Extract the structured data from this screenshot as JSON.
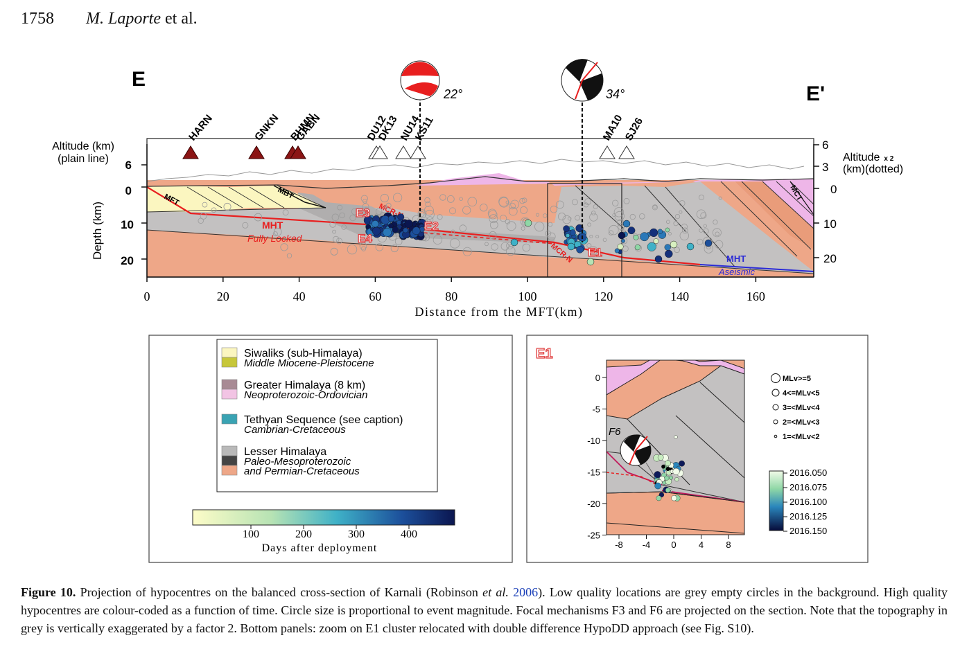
{
  "header": {
    "page_number": "1758",
    "authors": "M. Laporte",
    "etal": "et al."
  },
  "section": {
    "left_label": "E",
    "right_label": "E'",
    "altitude_left_l1": "Altitude (km)",
    "altitude_left_l2": "(plain line)",
    "altitude_right_l1": "Altitude",
    "altitude_right_x2": "x 2",
    "altitude_right_l2": "(km)(dotted)",
    "depth_label": "Depth (km)",
    "distance_label": "Distance from the MFT(km)",
    "x_ticks": [
      "0",
      "20",
      "40",
      "60",
      "80",
      "100",
      "120",
      "140",
      "160"
    ],
    "left_alt_ticks": [
      "6",
      "0"
    ],
    "left_depth_ticks": [
      "10",
      "20"
    ],
    "right_alt_ticks": [
      "6",
      "3",
      "0"
    ],
    "right_depth_ticks": [
      "10",
      "20"
    ],
    "stations_filled": [
      "HARN",
      "GNKN",
      "BHMN",
      "GABN"
    ],
    "stations_open": [
      "DU12",
      "DK13",
      "NU14",
      "KS11",
      "MA10",
      "SJ26"
    ],
    "focal_1_angle": "22°",
    "focal_2_angle": "34°",
    "faults": {
      "mft": "MFT",
      "mbt": "MBT",
      "mct": "MCT",
      "mht": "MHT",
      "fully_locked": "Fully Locked",
      "mht_right": "MHT",
      "aseismic": "Aseismic",
      "mcrn": "MCR-N"
    },
    "clusters": [
      "E3",
      "E2",
      "E4",
      "E1"
    ]
  },
  "legend": {
    "items": [
      {
        "title": "Siwaliks (sub-Himalaya)",
        "sub": "Middle Miocene-Pleistocene",
        "c1": "#fbf6c0",
        "c2": "#c7c73a"
      },
      {
        "title": "Greater Himalaya (8 km)",
        "sub": "Neoproterozoic-Ordovician",
        "c1": "#a88a94",
        "c2": "#f2c4e4"
      },
      {
        "title": "Tethyan Sequence (see caption)",
        "sub": "Cambrian-Cretaceous",
        "c1": "#3aa3b3",
        "c2": ""
      },
      {
        "title": "Lesser Himalaya",
        "sub": "Paleo-Mesoproterozoic",
        "sub2": "and Permian-Cretaceous",
        "c1": "#b9b9b9",
        "c2": "#444444",
        "c3": "#eea788"
      }
    ],
    "colorbar_ticks": [
      "100",
      "200",
      "300",
      "400"
    ],
    "colorbar_label": "Days after deployment"
  },
  "inset": {
    "title": "E1",
    "focal_label": "F6",
    "y_ticks": [
      "0",
      "-5",
      "-10",
      "-15",
      "-20",
      "-25"
    ],
    "x_ticks": [
      "-8",
      "-4",
      "0",
      "4",
      "8"
    ],
    "size_legend": [
      "MLv>=5",
      "4<=MLv<5",
      "3=<MLv<4",
      "2=<MLv<3",
      "1=<MLv<2"
    ],
    "colorbar_ticks": [
      "2016.050",
      "2016.075",
      "2016.100",
      "2016.125",
      "2016.150"
    ]
  },
  "caption": {
    "label": "Figure 10.",
    "text_before": " Projection of hypocentres on the balanced cross-section of Karnali (Robinson ",
    "etal": "et al.",
    "year": "2006",
    "text_after": "). Low quality locations are grey empty circles in the background. High quality hypocentres are colour-coded as a function of time. Circle size is proportional to event magnitude. Focal mechanisms F3 and F6 are projected on the section. Note that the topography in grey is vertically exaggerated by a factor 2. Bottom panels: zoom on E1 cluster relocated with double difference HypoDD approach (see Fig. S10)."
  },
  "colors": {
    "siwaliks": "#fbf6c0",
    "lesser": "#c3c1c1",
    "lesser_dark": "#a9a7a7",
    "salmon": "#eea788",
    "pink": "#eeb6e8",
    "red": "#e81f1f",
    "navy": "#0d1a5a"
  }
}
